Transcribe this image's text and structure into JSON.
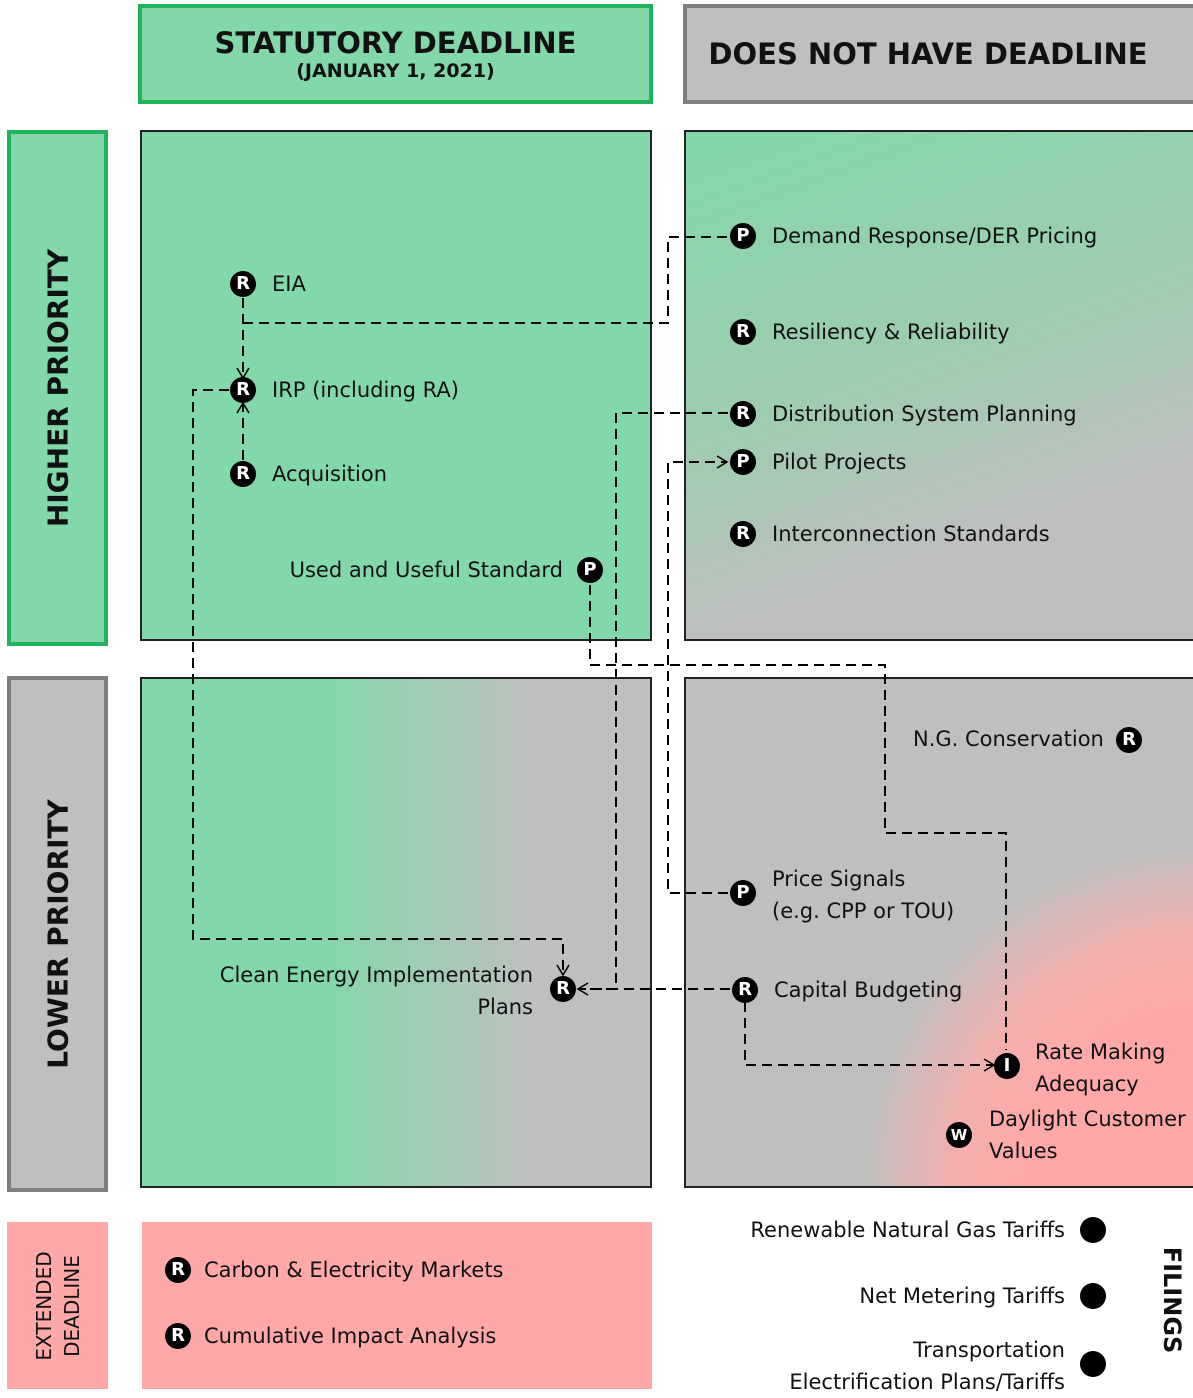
{
  "columns": {
    "statutory": {
      "title": "STATUTORY DEADLINE",
      "subtitle": "(JANUARY 1, 2021)"
    },
    "no_deadline": {
      "title": "DOES NOT HAVE DEADLINE"
    }
  },
  "rows": {
    "higher": "HIGHER PRIORITY",
    "lower": "LOWER PRIORITY",
    "extended": [
      "EXTENDED",
      "DEADLINE"
    ],
    "filings": "FILINGS"
  },
  "items": {
    "eia": {
      "badge": "R",
      "label": "EIA"
    },
    "irp": {
      "badge": "R",
      "label": "IRP (including RA)"
    },
    "acquisition": {
      "badge": "R",
      "label": "Acquisition"
    },
    "used_useful": {
      "badge": "P",
      "label": "Used and Useful Standard"
    },
    "demand_response": {
      "badge": "P",
      "label": "Demand Response/DER Pricing"
    },
    "resiliency": {
      "badge": "R",
      "label": "Resiliency & Reliability"
    },
    "distribution": {
      "badge": "R",
      "label": "Distribution System Planning"
    },
    "pilot": {
      "badge": "P",
      "label": "Pilot Projects"
    },
    "interconnection": {
      "badge": "R",
      "label": "Interconnection Standards"
    },
    "ng_conservation": {
      "badge": "R",
      "label": "N.G. Conservation"
    },
    "price_signals": {
      "badge": "P",
      "label": [
        "Price Signals",
        "(e.g. CPP or TOU)"
      ]
    },
    "clean_energy": {
      "badge": "R",
      "label": [
        "Clean Energy Implementation",
        "Plans"
      ]
    },
    "capital_budgeting": {
      "badge": "R",
      "label": "Capital Budgeting"
    },
    "rate_making": {
      "badge": "I",
      "label": [
        "Rate Making",
        "Adequacy"
      ]
    },
    "daylight": {
      "badge": "W",
      "label": [
        "Daylight Customer",
        "Values"
      ]
    },
    "carbon_markets": {
      "badge": "R",
      "label": "Carbon & Electricity Markets"
    },
    "cumulative_impact": {
      "badge": "R",
      "label": "Cumulative Impact Analysis"
    }
  },
  "filings": {
    "rng": "Renewable Natural Gas Tariffs",
    "net_metering": "Net Metering Tariffs",
    "transportation": [
      "Transportation",
      "Electrification Plans/Tariffs"
    ]
  },
  "colors": {
    "green": "#82d8a8",
    "green_border": "#1fb45a",
    "gray": "#bfbfbf",
    "gray_border": "#7f7f7f",
    "red": "#ffa8a8"
  }
}
